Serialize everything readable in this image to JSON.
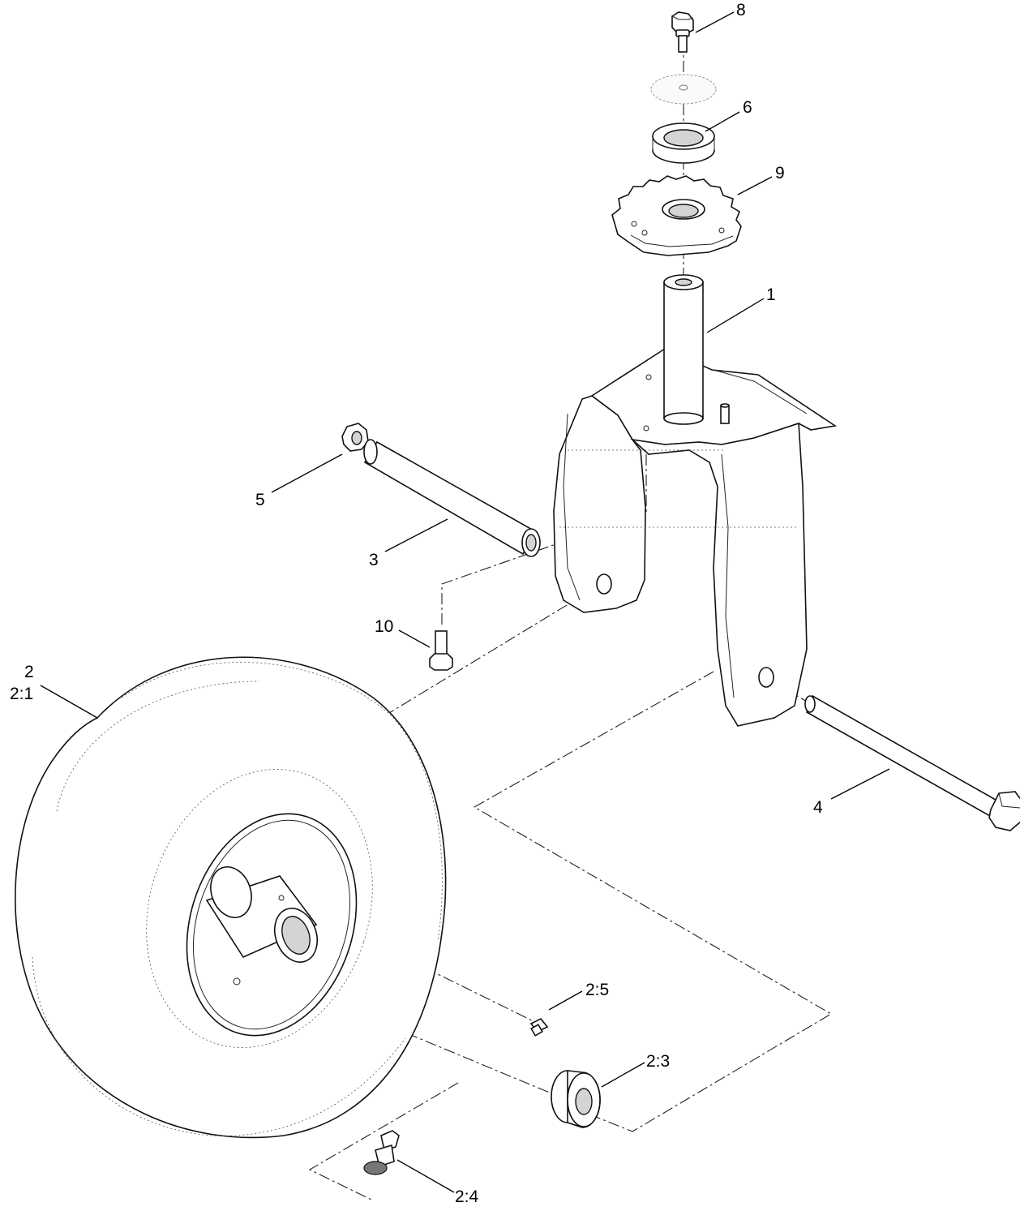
{
  "callouts": {
    "c8": "8",
    "c6": "6",
    "c9": "9",
    "c1": "1",
    "c5": "5",
    "c3": "3",
    "c10": "10",
    "c2": "2",
    "c2_1": "2:1",
    "c4": "4",
    "c2_5": "2:5",
    "c2_3": "2:3",
    "c2_4": "2:4"
  },
  "parts": [
    {
      "ref": "1",
      "name": "caster-fork"
    },
    {
      "ref": "2",
      "name": "wheel-assembly"
    },
    {
      "ref": "2:1",
      "name": "tire"
    },
    {
      "ref": "2:3",
      "name": "bearing"
    },
    {
      "ref": "2:4",
      "name": "valve-stem"
    },
    {
      "ref": "2:5",
      "name": "grease-fitting"
    },
    {
      "ref": "3",
      "name": "spacer-tube"
    },
    {
      "ref": "4",
      "name": "axle-bolt"
    },
    {
      "ref": "5",
      "name": "nut"
    },
    {
      "ref": "6",
      "name": "bushing"
    },
    {
      "ref": "8",
      "name": "top-bolt"
    },
    {
      "ref": "9",
      "name": "height-adjust-plate"
    },
    {
      "ref": "10",
      "name": "small-bolt"
    }
  ]
}
